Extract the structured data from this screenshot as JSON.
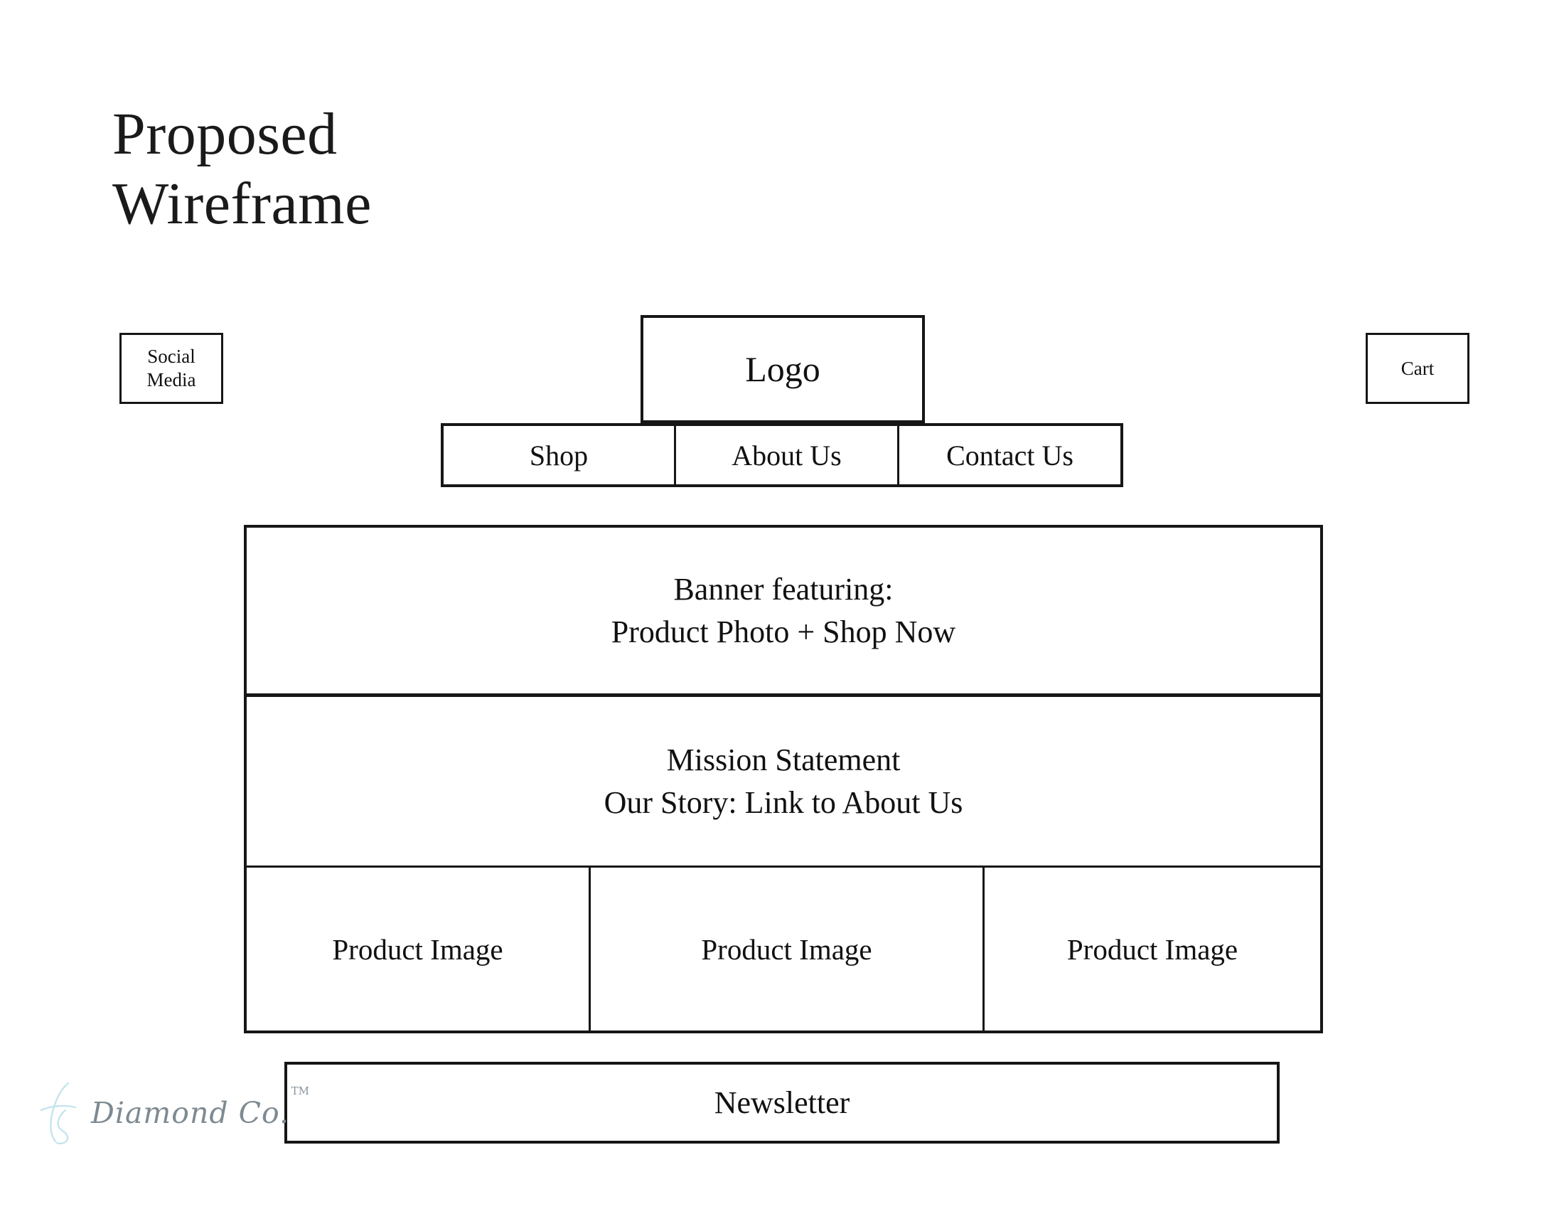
{
  "page": {
    "title": "Proposed\nWireframe",
    "background_color": "#ffffff",
    "line_color": "#161616",
    "text_color": "#111111"
  },
  "header": {
    "social_media_label": "Social\nMedia",
    "logo_label": "Logo",
    "cart_label": "Cart",
    "nav": [
      {
        "label": "Shop"
      },
      {
        "label": "About Us"
      },
      {
        "label": "Contact Us"
      }
    ]
  },
  "main": {
    "banner_label": "Banner featuring:\nProduct Photo + Shop Now",
    "mission_label": "Mission Statement\nOur Story: Link to About Us",
    "products": [
      {
        "label": "Product Image"
      },
      {
        "label": "Product Image"
      },
      {
        "label": "Product Image"
      }
    ]
  },
  "footer": {
    "newsletter_label": "Newsletter"
  },
  "brand": {
    "wordmark": "Diamond Co.",
    "trademark": "TM",
    "mark_color": "#c6e4ee",
    "wordmark_color": "#7e8a92"
  }
}
